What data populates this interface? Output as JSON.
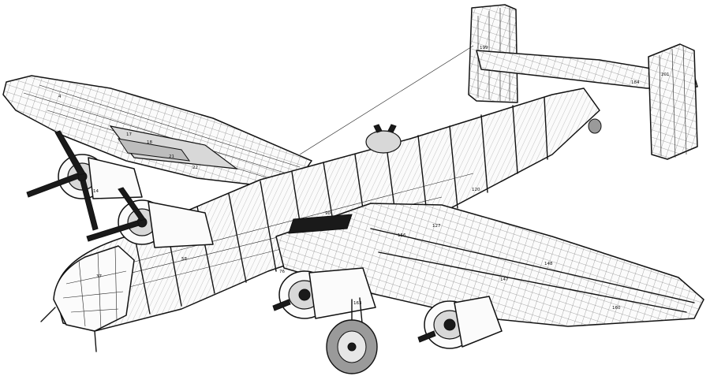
{
  "callouts": [
    {
      "id": "c1",
      "text": "4"
    },
    {
      "id": "c2",
      "text": "17"
    },
    {
      "id": "c3",
      "text": "18"
    },
    {
      "id": "c4",
      "text": "22"
    },
    {
      "id": "c5",
      "text": "21"
    },
    {
      "id": "c6",
      "text": "90"
    },
    {
      "id": "c7",
      "text": "120"
    },
    {
      "id": "c8",
      "text": "127"
    },
    {
      "id": "c9",
      "text": "156"
    },
    {
      "id": "c10",
      "text": "147"
    },
    {
      "id": "c11",
      "text": "160"
    },
    {
      "id": "c12",
      "text": "163"
    },
    {
      "id": "c13",
      "text": "184"
    },
    {
      "id": "c14",
      "text": "199"
    },
    {
      "id": "c15",
      "text": "37"
    },
    {
      "id": "c16",
      "text": "58"
    },
    {
      "id": "c17",
      "text": "76"
    },
    {
      "id": "c18",
      "text": "148"
    },
    {
      "id": "c19",
      "text": "201"
    },
    {
      "id": "c20",
      "text": "14"
    }
  ]
}
